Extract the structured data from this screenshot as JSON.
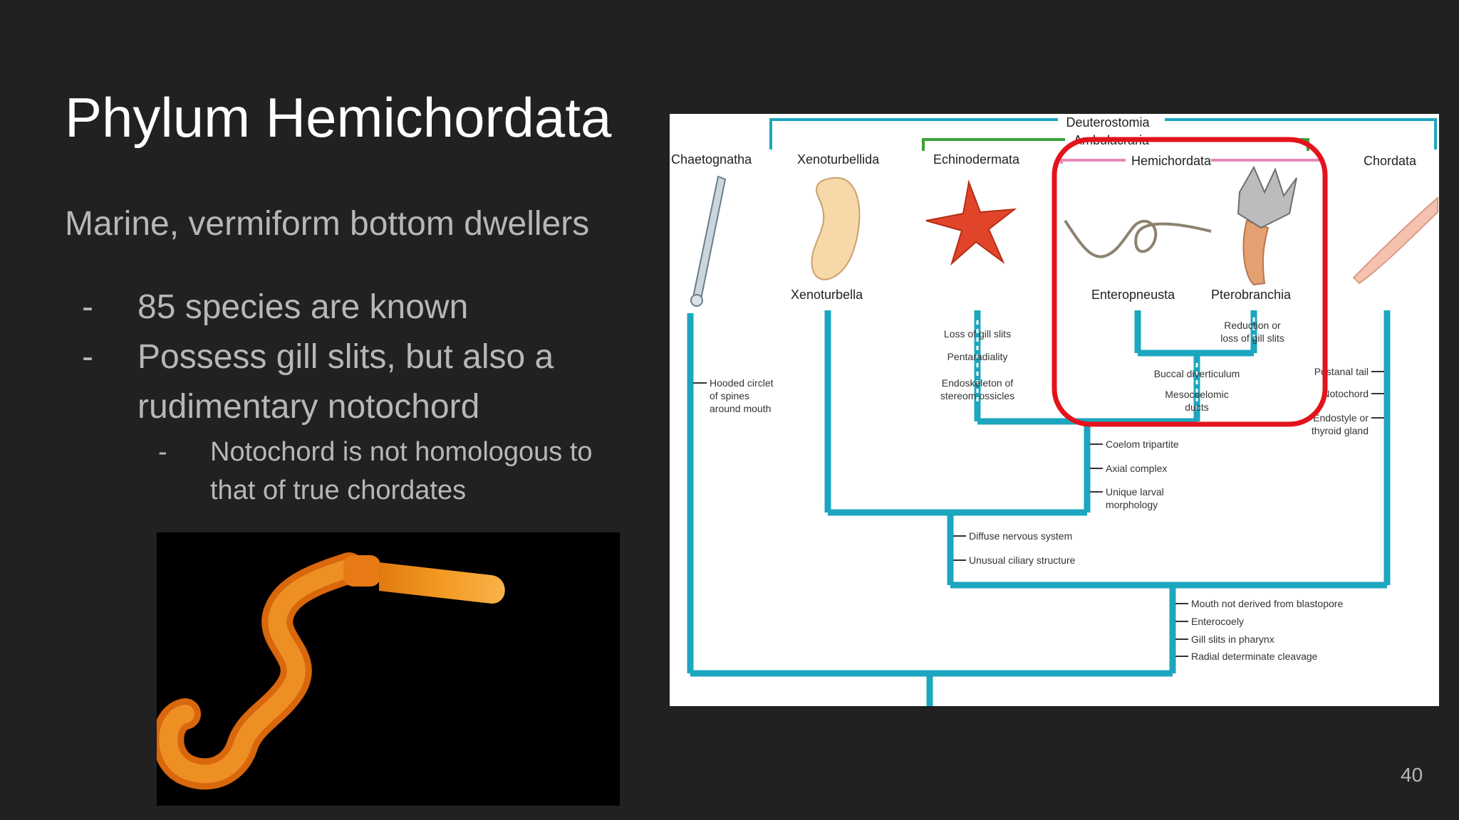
{
  "slide": {
    "title": "Phylum Hemichordata",
    "subtitle": "Marine, vermiform bottom dwellers",
    "bullets": [
      {
        "marker": "-",
        "lines": [
          "85 species are known"
        ]
      },
      {
        "marker": "-",
        "lines": [
          "Possess gill slits, but also a",
          "rudimentary notochord"
        ]
      }
    ],
    "subbullet": {
      "marker": "-",
      "lines": [
        "Notochord is not homologous to",
        "that of true chordates"
      ]
    },
    "page_number": "40"
  },
  "diagram": {
    "top_group": "Deuterostomia",
    "sub_group": "Ambulacraria",
    "taxa": [
      "Chaetognatha",
      "Xenoturbellida",
      "Echinodermata",
      "Hemichordata",
      "Chordata"
    ],
    "organisms": [
      "Xenoturbella",
      "Enteropneusta",
      "Pterobranchia"
    ],
    "traits": {
      "chaetognatha": [
        "Hooded circlet",
        "of spines",
        "around mouth"
      ],
      "echinodermata": [
        "Loss of gill slits",
        "Pentaradiality",
        "Endoskeleton of",
        "stereom ossicles"
      ],
      "pterobranchia": [
        "Reduction or",
        "loss of gill slits"
      ],
      "hemichordata": [
        "Buccal diverticulum",
        "Mesocoelomic",
        "ducts"
      ],
      "chordata": [
        "Postanal tail",
        "Notochord",
        "Endostyle or",
        "thyroid gland"
      ],
      "ambulacraria": [
        "Coelom tripartite",
        "Axial complex",
        "Unique larval",
        "morphology"
      ],
      "xeno_ambulacraria": [
        "Diffuse nervous system",
        "Unusual ciliary structure"
      ],
      "deuterostomia": [
        "Mouth not derived from blastopore",
        "Enterocoely",
        "Gill slits in pharynx",
        "Radial determinate cleavage"
      ]
    },
    "colors": {
      "line": "#1ca6bf",
      "highlight": "#e3131b",
      "ambulacraria": "#3aa33a",
      "hemichordata": "#e889b8"
    }
  }
}
